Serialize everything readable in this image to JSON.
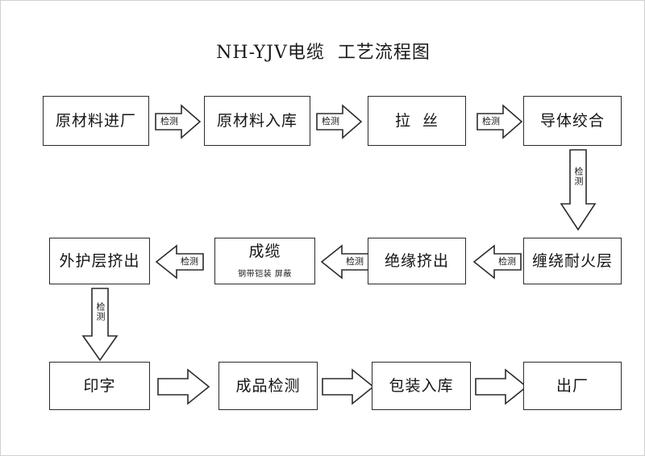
{
  "page": {
    "title": "NH-YJV电缆  工艺流程图",
    "border_color": "#d0d0d0",
    "background": "#ffffff",
    "line_color": "#2b2b2b"
  },
  "flow": {
    "rows": [
      {
        "name": "row-1",
        "direction": "left-to-right",
        "nodes": [
          {
            "id": "raw-material-arrival",
            "label": "原材料进厂"
          },
          {
            "id": "raw-material-warehousing",
            "label": "原材料入库"
          },
          {
            "id": "wire-drawing",
            "label": "拉  丝"
          },
          {
            "id": "conductor-stranding",
            "label": "导体绞合"
          }
        ],
        "connectors": [
          {
            "id": "inspect-1",
            "label": "检测"
          },
          {
            "id": "inspect-2",
            "label": "检测"
          },
          {
            "id": "inspect-3",
            "label": "检测"
          }
        ]
      },
      {
        "name": "row-2",
        "direction": "right-to-left",
        "nodes": [
          {
            "id": "outer-sheath-extrusion",
            "label": "外护层挤出"
          },
          {
            "id": "cabling",
            "label": "成缆",
            "sub_label": "钢带铠装 屏蔽"
          },
          {
            "id": "insulation-extrusion",
            "label": "绝缘挤出"
          },
          {
            "id": "fire-resistant-wrapping",
            "label": "缠绕耐火层"
          }
        ],
        "connectors": [
          {
            "id": "inspect-5",
            "label": "检测"
          },
          {
            "id": "inspect-6",
            "label": "检测"
          },
          {
            "id": "inspect-7",
            "label": "检测"
          }
        ]
      },
      {
        "name": "row-3",
        "direction": "left-to-right",
        "nodes": [
          {
            "id": "printing",
            "label": "印字"
          },
          {
            "id": "finished-product-inspection",
            "label": "成品检测"
          },
          {
            "id": "packaging-warehousing",
            "label": "包装入库"
          },
          {
            "id": "factory-delivery",
            "label": "出厂"
          }
        ],
        "connectors": [
          {
            "id": "flow-1",
            "label": ""
          },
          {
            "id": "flow-2",
            "label": ""
          },
          {
            "id": "flow-3",
            "label": ""
          }
        ]
      }
    ],
    "vertical_connectors": [
      {
        "id": "inspect-4",
        "label": "检测",
        "from": "conductor-stranding",
        "to": "fire-resistant-wrapping"
      },
      {
        "id": "inspect-8",
        "label": "检测",
        "from": "outer-sheath-extrusion",
        "to": "printing"
      }
    ]
  }
}
